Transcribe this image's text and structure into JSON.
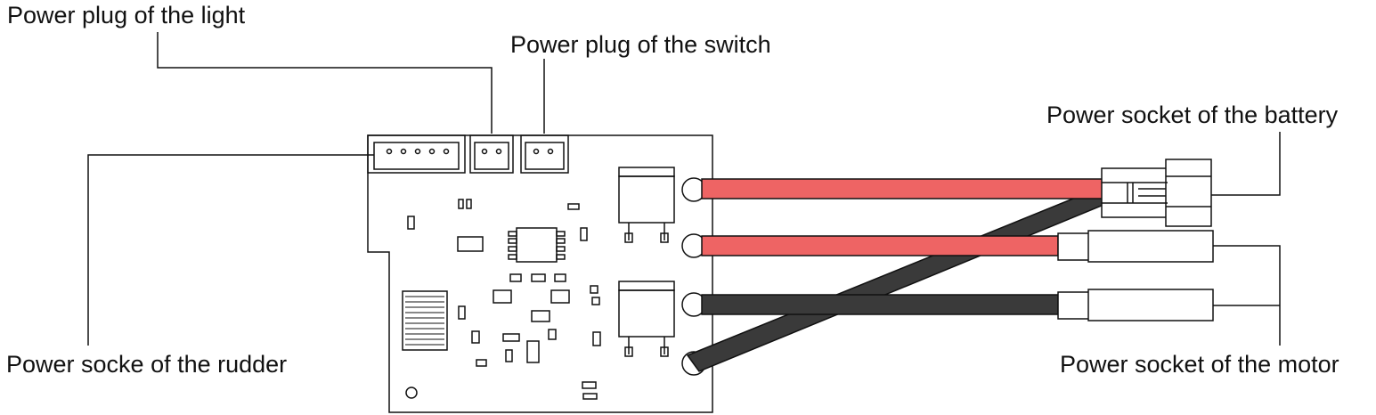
{
  "labels": {
    "light_plug": "Power plug of the light",
    "switch_plug": "Power plug of the switch",
    "battery_socket": "Power socket of the battery",
    "rudder_socket": "Power socke of the rudder",
    "motor_socket": "Power socket of the motor"
  },
  "colors": {
    "red_wire": "#ee6464",
    "black_wire": "#3a3a3a",
    "outline": "#111111",
    "background": "#ffffff"
  }
}
